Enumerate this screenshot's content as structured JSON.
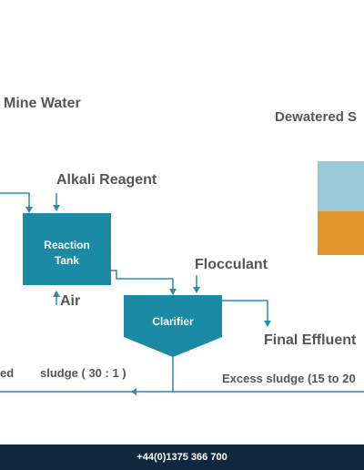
{
  "labels": {
    "mine_water": "Mine Water",
    "dewatered": "Dewatered S",
    "alkali_reagent": "Alkali Reagent",
    "reaction_tank_line1": "Reaction",
    "reaction_tank_line2": "Tank",
    "flocculant": "Flocculant",
    "air": "Air",
    "clarifier": "Clarifier",
    "final_effluent": "Final Effluent",
    "sludge_ratio": "sludge ( 30 : 1 )",
    "excess_sludge": "Excess sludge (15 to 20",
    "partial_left": "ed"
  },
  "footer": {
    "phone": "+44(0)1375 366 700"
  },
  "colors": {
    "process_teal": "#1a8aa5",
    "line_blue": "#2a8bb3",
    "text_gray": "#555555",
    "footer_navy": "#10283e",
    "swatch_light_blue": "#9ac8d6",
    "swatch_orange": "#e0962c"
  }
}
